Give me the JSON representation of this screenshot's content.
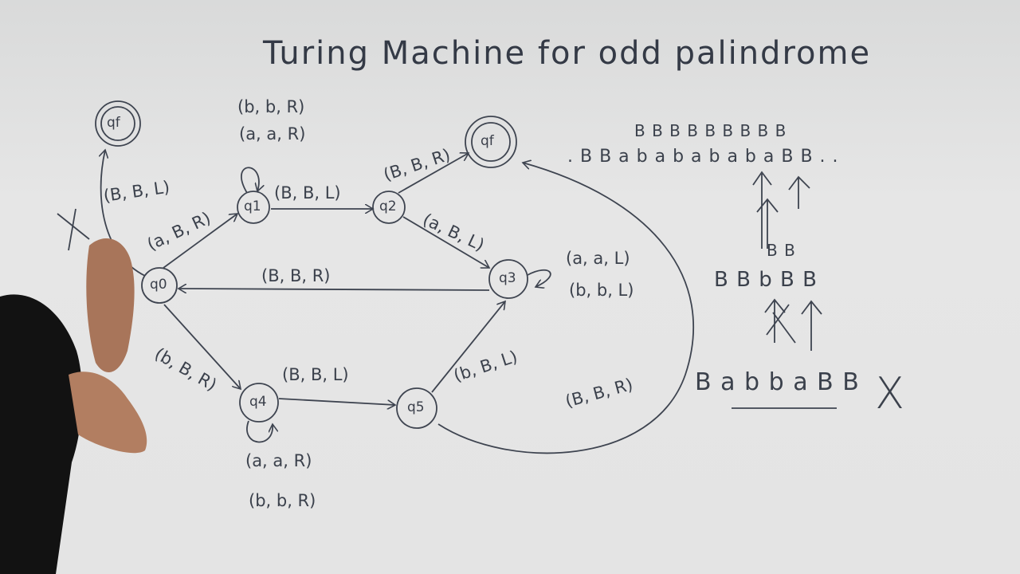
{
  "title": "Turing Machine for odd palindrome",
  "states": {
    "q0": "q0",
    "q1": "q1",
    "q2": "q2",
    "q3": "q3",
    "q4": "q4",
    "q5": "q5",
    "qf_top_left": "qf",
    "qf_top_right": "qf"
  },
  "transitions": {
    "q0_qf": "(B, B, L)",
    "q1_loop_1": "(b, b, R)",
    "q1_loop_2": "(a, a, R)",
    "q0_q1": "(a, B, R)",
    "q1_q2": "(B, B, L)",
    "q2_qf": "(B, B, R)",
    "q2_q3": "(a, B, L)",
    "q3_loop_1": "(a, a, L)",
    "q3_loop_2": "(b, b, L)",
    "q3_q0": "(B, B, R)",
    "q0_q4": "(b, B, R)",
    "q4_q5": "(B, B, L)",
    "q4_loop_1": "(a, a, R)",
    "q4_loop_2": "(b, b, R)",
    "q5_q3": "(b, B, L)",
    "q5_qf": "(B, B, R)"
  },
  "tapes": {
    "tape1_top": "B  B  B B  B  B  B B  B",
    "tape1_main": ". B  B  a  b  a  b  a  b a  b a  B  B . .",
    "tape2_top": "B  B",
    "tape2_main": "B B  b  B  B",
    "tape3": "B a b b a B B",
    "cross_mark": "X"
  }
}
